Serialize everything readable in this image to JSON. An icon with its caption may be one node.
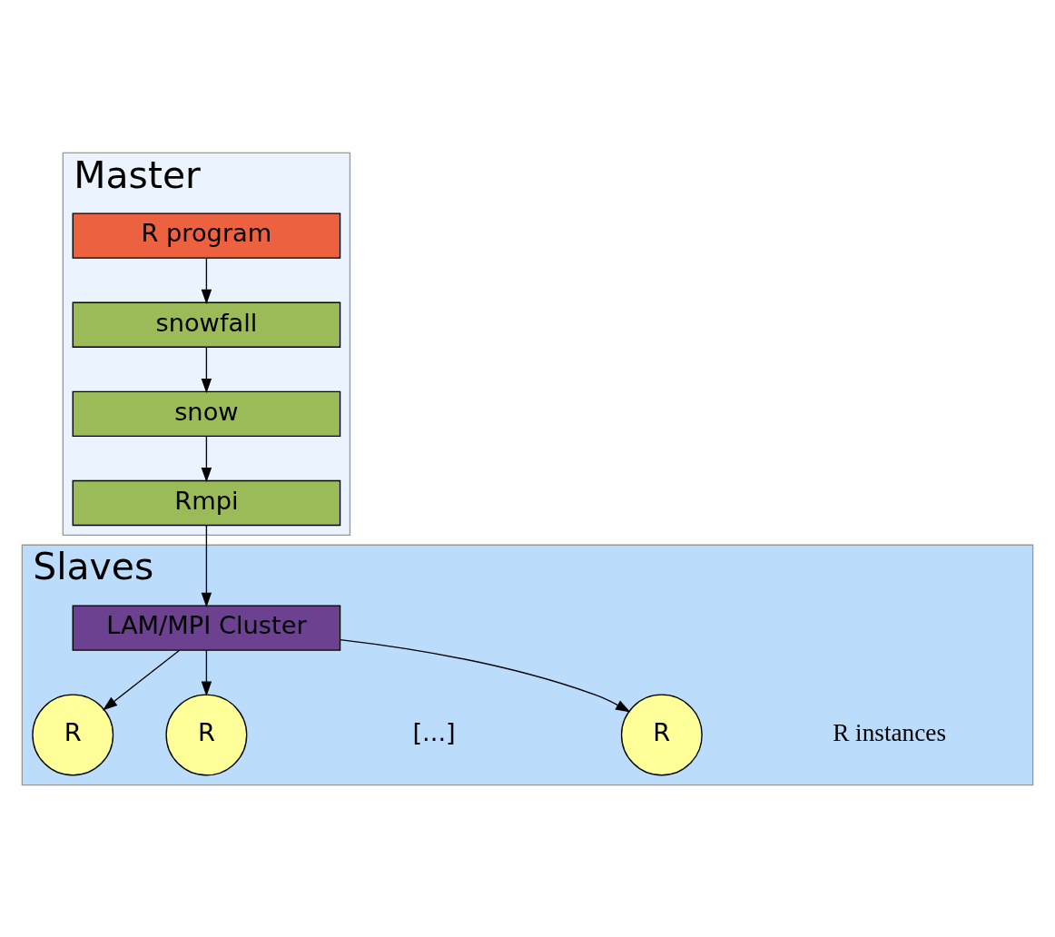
{
  "diagram": {
    "nodes": [
      {
        "text": [
          "Master"
        ]
      },
      {
        "text": [
          "R program"
        ],
        "in": 0
      },
      {
        "text": [
          "snowfall"
        ],
        "in": 0
      },
      {
        "text": [
          "snow"
        ],
        "in": 0
      },
      {
        "text": [
          "Rmpi"
        ],
        "in": 0
      },
      {
        "text": [
          "Slaves"
        ]
      },
      {
        "text": [
          "LAM/MPI Cluster"
        ],
        "in": 5
      },
      {
        "text": [
          "R"
        ],
        "in": 5
      },
      {
        "text": [
          "R"
        ],
        "in": 5
      },
      {
        "text": [
          "R"
        ],
        "in": 5
      }
    ],
    "edges": [
      {
        "from": 1,
        "to": 2,
        "arrow": "to"
      },
      {
        "from": 2,
        "to": 3,
        "arrow": "to"
      },
      {
        "from": 3,
        "to": 4,
        "arrow": "to"
      },
      {
        "from": 4,
        "to": 6,
        "arrow": "to"
      },
      {
        "from": 6,
        "to": 7,
        "arrow": "to"
      },
      {
        "from": 6,
        "to": 8,
        "arrow": "to"
      },
      {
        "from": 6,
        "to": 9,
        "arrow": "to"
      }
    ],
    "labels": [
      "[...]",
      "R instances"
    ]
  }
}
